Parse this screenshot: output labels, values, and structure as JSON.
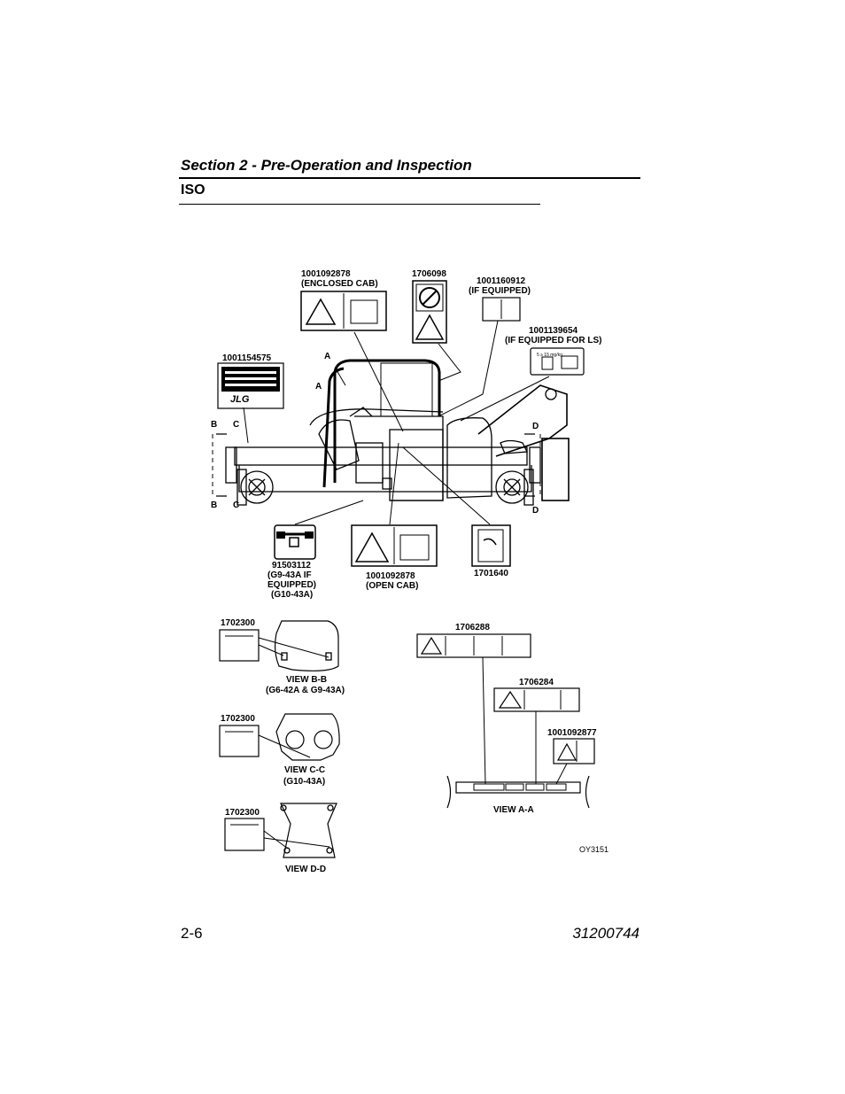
{
  "header": {
    "section_title": "Section 2 - Pre-Operation and Inspection",
    "subsection": "ISO"
  },
  "figure": {
    "id": "OY3151",
    "labels": {
      "enclosed_cab_pn": "1001092878",
      "enclosed_cab_note": "(ENCLOSED CAB)",
      "decal_1706098": "1706098",
      "if_equipped_pn": "1001160912",
      "if_equipped_note": "(IF EQUIPPED)",
      "ls_pn": "1001139654",
      "ls_note": "(IF EQUIPPED FOR LS)",
      "serial_plate_pn": "1001154575",
      "marker_a1": "A",
      "marker_a2": "A",
      "marker_b_top": "B",
      "marker_c_top": "C",
      "marker_b_bot": "B",
      "marker_c_bot": "C",
      "marker_d_top": "D",
      "marker_d_bot": "D",
      "lock_pn": "91503112",
      "lock_note1": "(G9-43A IF",
      "lock_note2": "EQUIPPED)",
      "lock_note3": "(G10-43A)",
      "open_cab_pn": "1001092878",
      "open_cab_note": "(OPEN CAB)",
      "manual_pn": "1701640",
      "viewbb_pn": "1702300",
      "viewbb_title": "VIEW B-B",
      "viewbb_note": "(G6-42A & G9-43A)",
      "viewcc_pn": "1702300",
      "viewcc_title": "VIEW C-C",
      "viewcc_note": "(G10-43A)",
      "viewdd_pn": "1702300",
      "viewdd_title": "VIEW D-D",
      "viewaa_pn1": "1706288",
      "viewaa_pn2": "1706284",
      "viewaa_pn3": "1001092877",
      "viewaa_title": "VIEW A-A",
      "plate_brand": "JLG",
      "ls_decal_text": "5 ≥ 15 mg/kg"
    }
  },
  "footer": {
    "page_number": "2-6",
    "doc_number": "31200744"
  }
}
